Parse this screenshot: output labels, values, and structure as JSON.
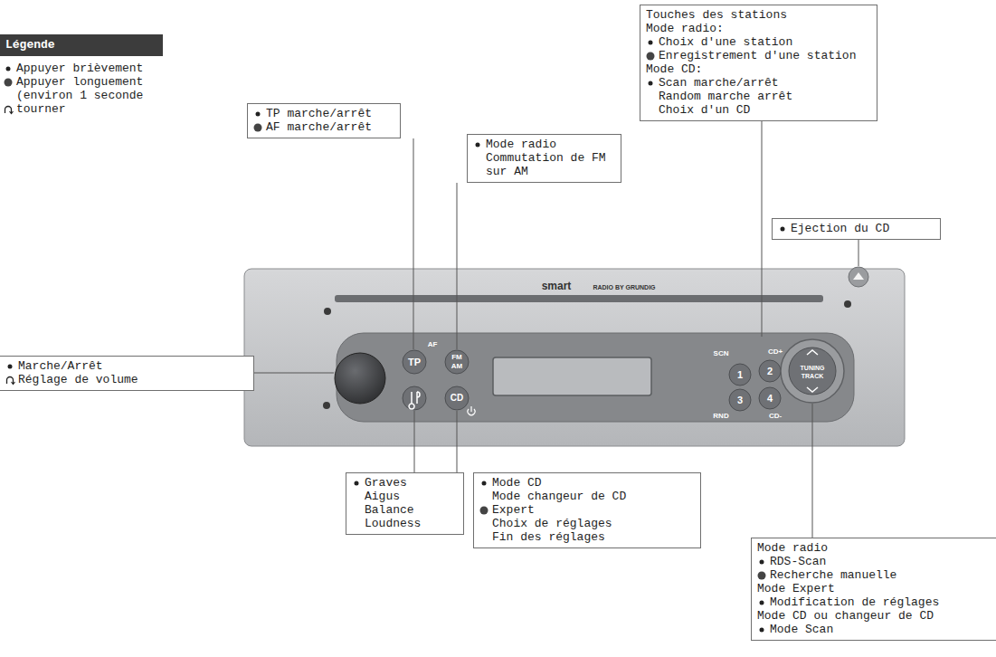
{
  "diagram": {
    "nodes": [
      {
        "text": [
          "TP marche/arrêt",
          "AF marche/arrêt"
        ]
      },
      {
        "text": [
          "Mode radio",
          "Commutation de FM sur AM"
        ]
      },
      {
        "text": [
          "Touches des stations",
          "Mode radio:",
          "Choix d'une station",
          "Enregistrement d'une station",
          "Mode CD:",
          "Scan marche/arrêt",
          "Random marche arrêt",
          "Choix d'un CD"
        ]
      },
      {
        "text": [
          "Ejection du CD"
        ]
      },
      {
        "text": [
          "Marche/Arrêt",
          "Réglage de volume"
        ]
      },
      {
        "text": [
          "Graves",
          "Aigus",
          "Balance",
          "Loudness"
        ]
      },
      {
        "text": [
          "Mode CD",
          "Mode changeur de CD",
          "Expert",
          "Choix de réglages",
          "Fin des réglages"
        ]
      },
      {
        "text": [
          "Mode radio",
          "RDS-Scan",
          "Recherche manuelle",
          "Mode Expert",
          "Modification de réglages",
          "Mode CD ou changeur de CD",
          "Mode Scan"
        ]
      }
    ],
    "labels": [
      "Légende",
      "smart",
      "RADIO BY GRUNDIG",
      "TP",
      "AF",
      "FM",
      "AM",
      "CD",
      "SCN",
      "CD+",
      "1",
      "2",
      "3",
      "4",
      "RND",
      "CD-",
      "TUNING",
      "TRACK"
    ],
    "legend": [
      {
        "text": "Appuyer brièvement"
      },
      {
        "text": "Appuyer longuement (environ 1 seconde"
      },
      {
        "text": "tourner"
      }
    ]
  }
}
